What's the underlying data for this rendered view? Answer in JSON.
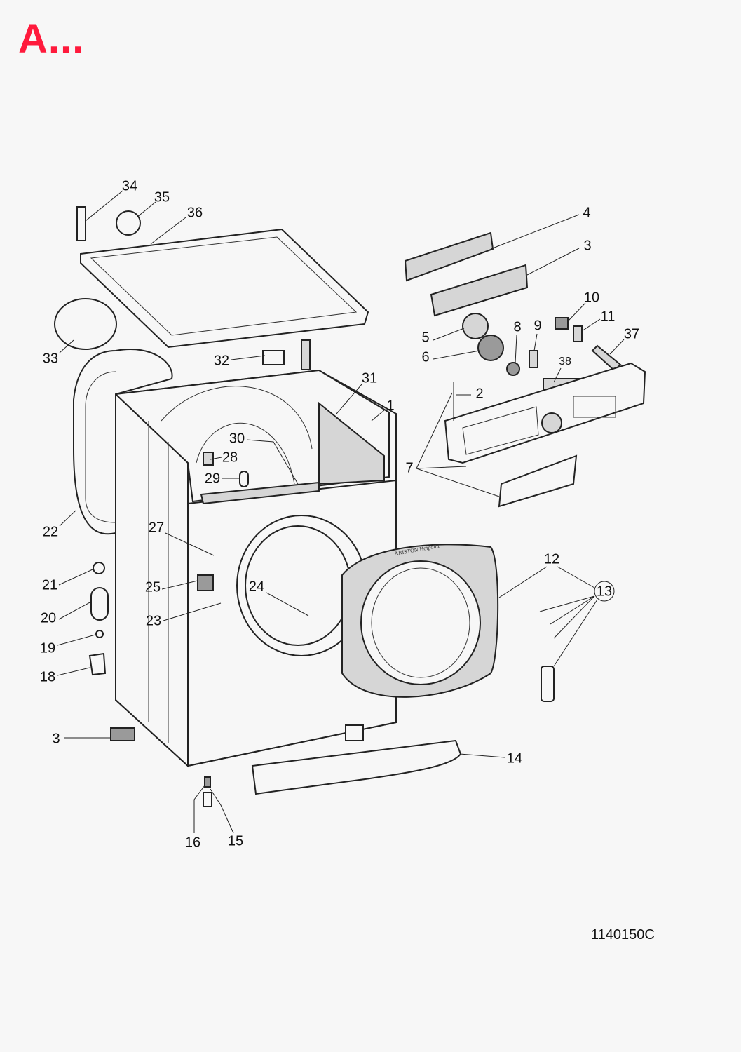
{
  "header": {
    "title": "A..."
  },
  "diagram": {
    "brand_text": "ARISTON Hotpoint",
    "drawing_code": "1140150C",
    "part_labels": {
      "p34": "34",
      "p35": "35",
      "p36": "36",
      "p4": "4",
      "p3a": "3",
      "p10": "10",
      "p11": "11",
      "p8": "8",
      "p9": "9",
      "p37": "37",
      "p5": "5",
      "p6": "6",
      "p38": "38",
      "p33": "33",
      "p32": "32",
      "p31": "31",
      "p1": "1",
      "p2": "2",
      "p30": "30",
      "p28": "28",
      "p29": "29",
      "p7": "7",
      "p22": "22",
      "p27": "27",
      "p12": "12",
      "p13": "13",
      "p21": "21",
      "p25": "25",
      "p24": "24",
      "p20": "20",
      "p23": "23",
      "p19": "19",
      "p18": "18",
      "p3b": "3",
      "p14": "14",
      "p16": "16",
      "p15": "15"
    }
  }
}
